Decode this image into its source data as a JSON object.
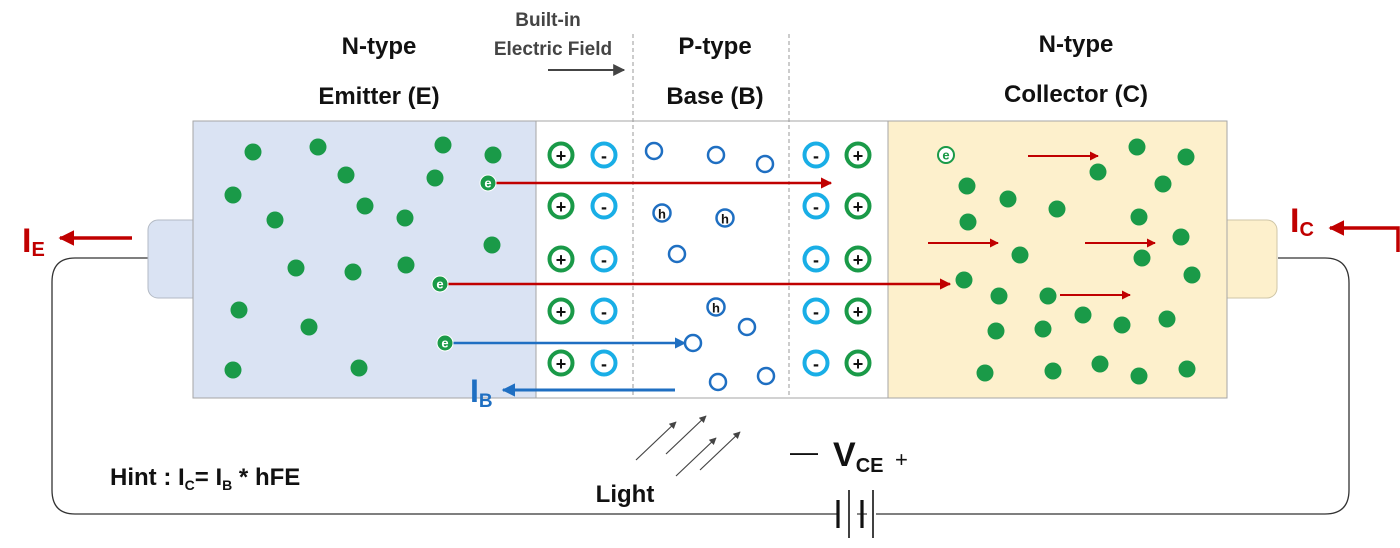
{
  "regions": {
    "emitter": {
      "title_line1": "N-type",
      "title_line2": "Emitter (E)"
    },
    "base": {
      "title_line1": "P-type",
      "title_line2": "Base (B)"
    },
    "collector": {
      "title_line1": "N-type",
      "title_line2": "Collector (C)"
    }
  },
  "field": {
    "line1": "Built-in",
    "line2": "Electric Field"
  },
  "carriers": {
    "electron_symbol": "e",
    "hole_symbol": "h"
  },
  "ions": {
    "positive": "+",
    "negative": "-"
  },
  "currents": {
    "emitter": {
      "main": "I",
      "sub": "E"
    },
    "collector": {
      "main": "I",
      "sub": "C"
    },
    "base": {
      "main": "I",
      "sub": "B"
    }
  },
  "voltage": {
    "minus": "—",
    "main": "V",
    "sub": "CE",
    "plus": "+"
  },
  "light_label": "Light",
  "hint": {
    "prefix": "Hint : I",
    "sub1": "C",
    "mid": "= I",
    "sub2": "B",
    "suffix": " * hFE"
  },
  "colors": {
    "emitter_fill": "#dae3f3",
    "collector_fill": "#fdf0cc",
    "dot_green": "#1a9a48",
    "ion_ring_green": "#1a9a48",
    "ion_ring_blue": "#19aee6",
    "hole_blue": "#1f6fc2",
    "arrow_red": "#c00000",
    "arrow_blue": "#1f6fc2",
    "text_dark": "#111111",
    "field_text": "#444444"
  }
}
